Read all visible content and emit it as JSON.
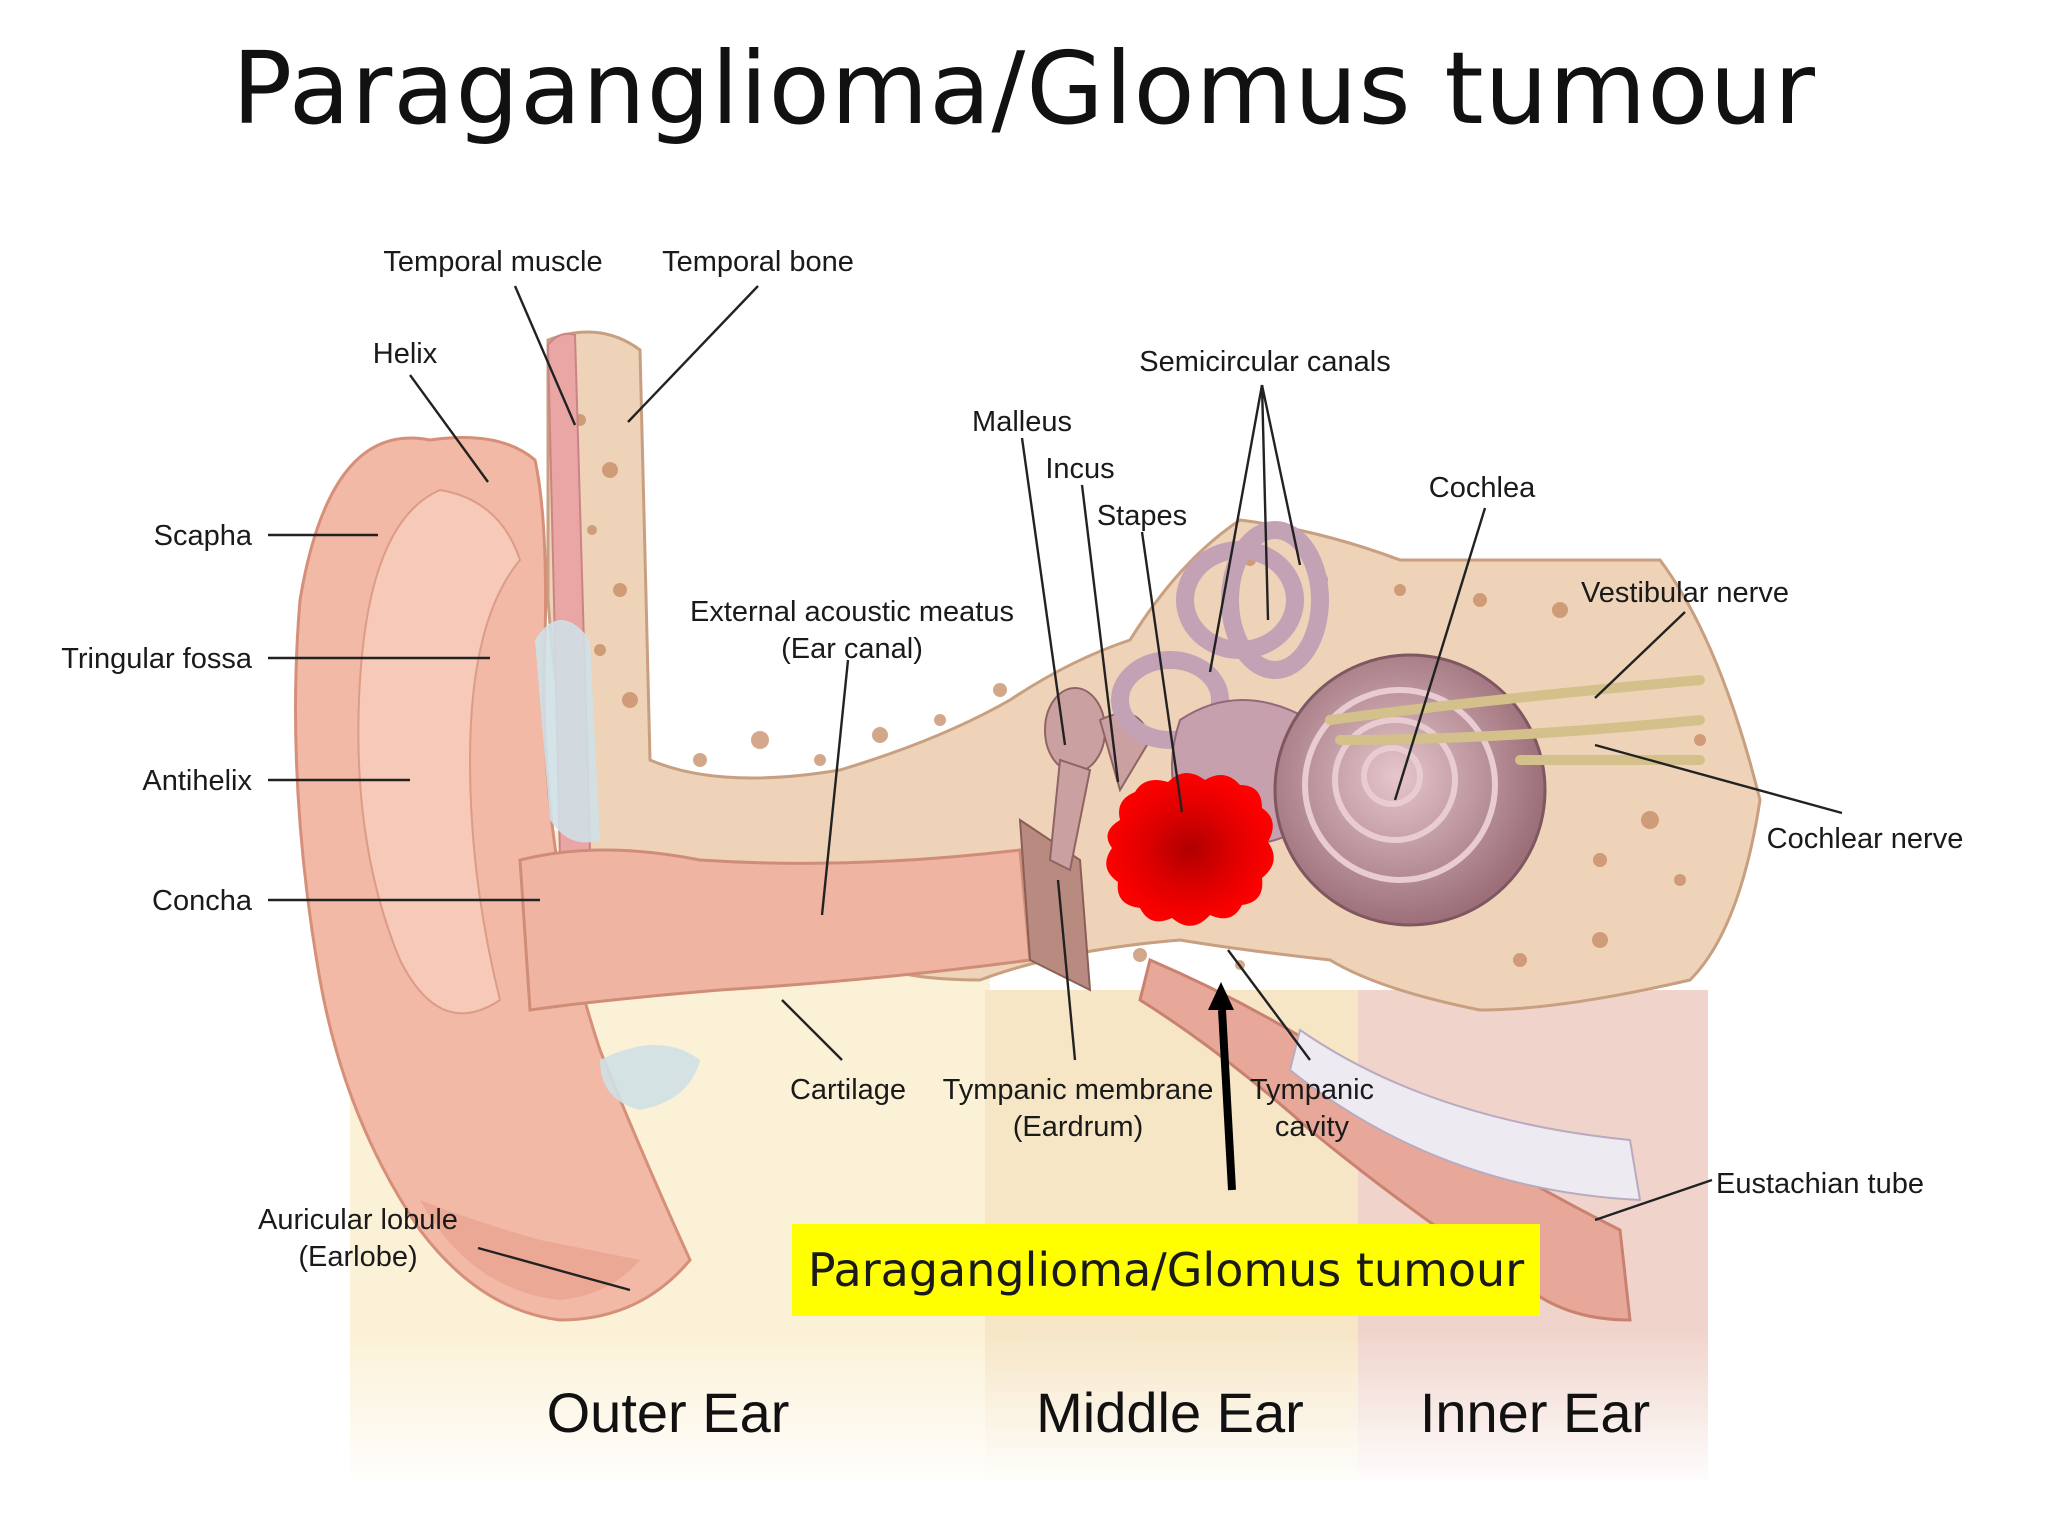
{
  "title": "Paraganglioma/Glomus tumour",
  "labels": {
    "temporal_muscle": "Temporal muscle",
    "temporal_bone": "Temporal bone",
    "helix": "Helix",
    "scapha": "Scapha",
    "triangular_fossa": "Tringular fossa",
    "antihelix": "Antihelix",
    "concha": "Concha",
    "external_acoustic_meatus_line1": "External acoustic meatus",
    "external_acoustic_meatus_line2": "(Ear canal)",
    "malleus": "Malleus",
    "incus": "Incus",
    "stapes": "Stapes",
    "semicircular_canals": "Semicircular canals",
    "cochlea": "Cochlea",
    "vestibular_nerve": "Vestibular nerve",
    "cochlear_nerve": "Cochlear nerve",
    "cartilage": "Cartilage",
    "tympanic_membrane_line1": "Tympanic membrane",
    "tympanic_membrane_line2": "(Eardrum)",
    "tympanic_cavity_line1": "Tympanic",
    "tympanic_cavity_line2": "cavity",
    "eustachian_tube": "Eustachian tube",
    "auricular_lobule_line1": "Auricular lobule",
    "auricular_lobule_line2": "(Earlobe)"
  },
  "callout": "Paraganglioma/Glomus tumour",
  "zones": {
    "outer": "Outer Ear",
    "middle": "Middle Ear",
    "inner": "Inner Ear"
  },
  "colors": {
    "tumour": "#ff0000",
    "callout_background": "#ffff00",
    "bone": "#eed3b8",
    "skin": "#f1b9a6",
    "zone_outer": "#fbf1d6",
    "zone_middle": "#f6e6c6",
    "zone_inner": "#f0d4cb"
  }
}
